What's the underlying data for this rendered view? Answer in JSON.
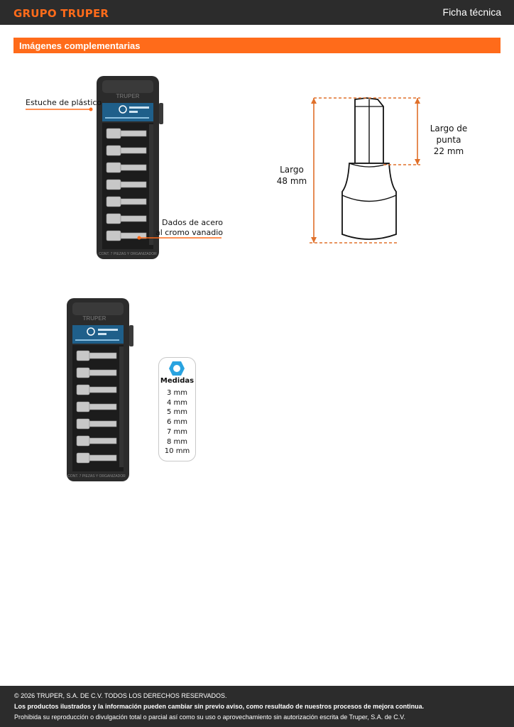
{
  "header": {
    "logo_text": "GRUPO TRUPER",
    "doc_type": "Ficha técnica"
  },
  "section": {
    "title": "Imágenes complementarias"
  },
  "product_image_1": {
    "callouts": {
      "case": "Estuche de plástico",
      "sockets_line1": "Dados de acero",
      "sockets_line2": "al cromo vanadio"
    }
  },
  "bit_drawing": {
    "tip_length_label": "Largo de punta",
    "tip_length_value": "22 mm",
    "length_label": "Largo",
    "length_value": "48 mm"
  },
  "measures": {
    "title": "Medidas",
    "sizes": [
      "3 mm",
      "4 mm",
      "5 mm",
      "6 mm",
      "7 mm",
      "8 mm",
      "10 mm"
    ]
  },
  "footer": {
    "copyright": "© 2026 TRUPER, S.A. DE C.V. TODOS LOS DERECHOS RESERVADOS.",
    "notice": "Los productos ilustrados y la información pueden cambiar sin previo aviso, como resultado de nuestros procesos de mejora continua.",
    "legal": "Prohibida su reproducción o divulgación total o parcial así como su uso o aprovechamiento sin autorización escrita de Truper, S.A. de C.V."
  },
  "colors": {
    "brand_orange": "#ff6b1a",
    "dark": "#2c2c2c"
  }
}
